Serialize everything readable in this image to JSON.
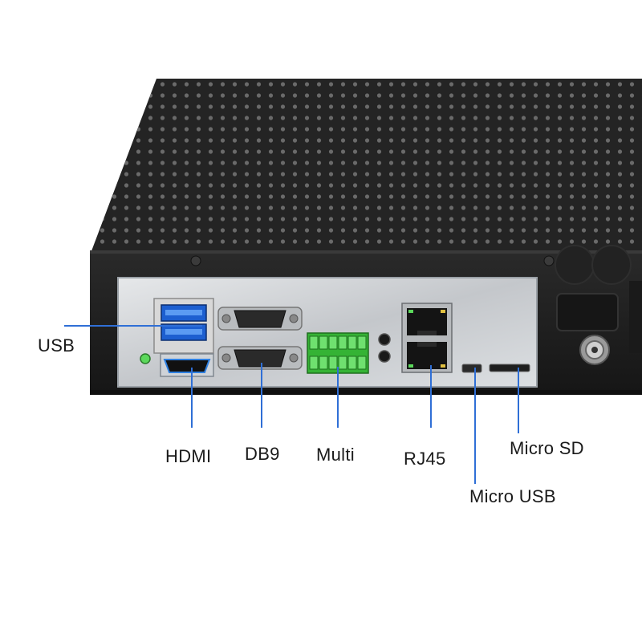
{
  "labels": {
    "usb": "USB",
    "hdmi": "HDMI",
    "db9": "DB9",
    "multi": "Multi",
    "rj45": "RJ45",
    "micro_usb": "Micro USB",
    "micro_sd": "Micro SD"
  },
  "colors": {
    "callout": "#2f6fd6",
    "chassis": "#1e1e1e",
    "io_plate": "#c8cbcf",
    "usb3_port": "#2e7fe0",
    "terminal_block": "#3fbf3f"
  }
}
